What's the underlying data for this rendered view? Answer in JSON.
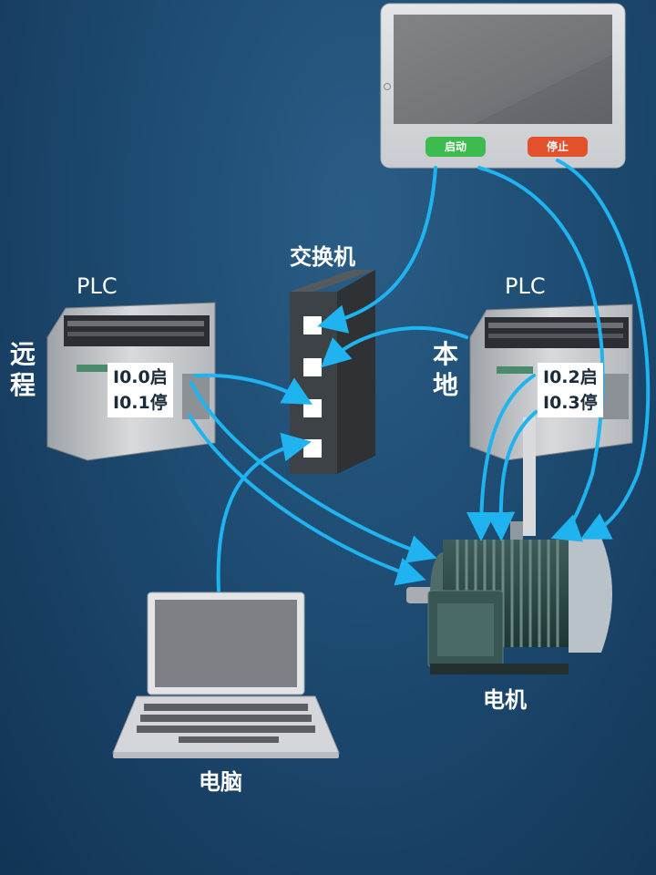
{
  "labels": {
    "switch": "交换机",
    "plc_left": "PLC",
    "plc_right": "PLC",
    "remote": [
      "远",
      "程"
    ],
    "local": [
      "本",
      "地"
    ],
    "motor": "电机",
    "computer": "电脑"
  },
  "io_left": {
    "start": "I0.0启",
    "stop": "I0.1停"
  },
  "io_right": {
    "start": "I0.2启",
    "stop": "I0.3停"
  },
  "hmi": {
    "start_button": "启动",
    "stop_button": "停止"
  },
  "colors": {
    "connection": "#1fb3ef",
    "start_button": "#3dbb4e",
    "stop_button": "#e2502c"
  }
}
